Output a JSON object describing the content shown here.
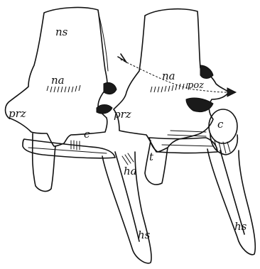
{
  "labels": {
    "ns": "ns",
    "na_left": "na",
    "na_right": "na",
    "prz_left": "prz",
    "prz_mid": "prz",
    "poz": "poz",
    "c_left": "c",
    "c_right": "c",
    "t": "t",
    "ha": "ha",
    "hs_left": "hs",
    "hs_right": "hs"
  }
}
